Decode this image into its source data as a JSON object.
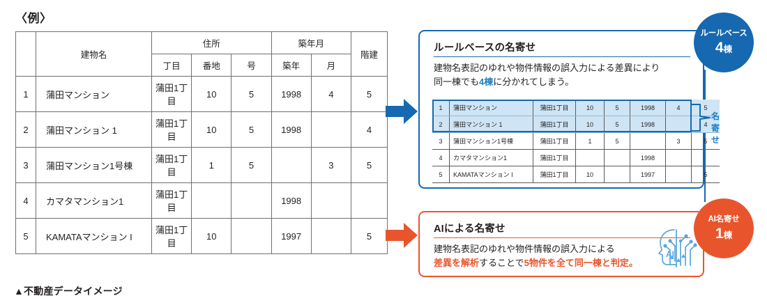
{
  "left": {
    "example_label": "〈例〉",
    "caption": "▲不動産データイメージ",
    "table": {
      "group_headers": {
        "no": "",
        "building_name": "建物名",
        "address": "住所",
        "build_date": "築年月",
        "floors": "階建"
      },
      "sub_headers": {
        "chome": "丁目",
        "banchi": "番地",
        "go": "号",
        "year": "築年",
        "month": "月"
      },
      "rows": [
        {
          "no": "1",
          "name": "蒲田マンション",
          "chome": "蒲田1丁目",
          "banchi": "10",
          "go": "5",
          "year": "1998",
          "month": "4",
          "floors": "5"
        },
        {
          "no": "2",
          "name": "蒲田マンション 1",
          "chome": "蒲田1丁目",
          "banchi": "10",
          "go": "5",
          "year": "1998",
          "month": "",
          "floors": "4"
        },
        {
          "no": "3",
          "name": "蒲田マンション1号棟",
          "chome": "蒲田1丁目",
          "banchi": "1",
          "go": "5",
          "year": "",
          "month": "3",
          "floors": "5"
        },
        {
          "no": "4",
          "name": "カマタマンション1",
          "chome": "蒲田1丁目",
          "banchi": "",
          "go": "",
          "year": "1998",
          "month": "",
          "floors": ""
        },
        {
          "no": "5",
          "name": "KAMATAマンション I",
          "chome": "蒲田1丁目",
          "banchi": "10",
          "go": "",
          "year": "1997",
          "month": "",
          "floors": "5"
        }
      ]
    }
  },
  "rule_panel": {
    "title": "ルールベースの名寄せ",
    "body_line1": "建物名表記のゆれや物件情報の誤入力による差異により",
    "body_line2_pre": "同一棟でも",
    "body_line2_hl": "4棟",
    "body_line2_post": "に分かれてしまう。",
    "nayose_label": "名寄せ",
    "badge": {
      "top": "ルールベース",
      "count": "4",
      "unit": "棟"
    },
    "mini_table_rows": [
      {
        "no": "1",
        "name": "蒲田マンション",
        "chome": "蒲田1丁目",
        "banchi": "10",
        "go": "5",
        "year": "1998",
        "month": "4",
        "floors": "5",
        "highlight": true
      },
      {
        "no": "2",
        "name": "蒲田マンション 1",
        "chome": "蒲田1丁目",
        "banchi": "10",
        "go": "5",
        "year": "1998",
        "month": "",
        "floors": "4",
        "highlight": true
      },
      {
        "no": "3",
        "name": "蒲田マンション1号棟",
        "chome": "蒲田1丁目",
        "banchi": "1",
        "go": "5",
        "year": "",
        "month": "3",
        "floors": "5",
        "highlight": false
      },
      {
        "no": "4",
        "name": "カマタマンション1",
        "chome": "蒲田1丁目",
        "banchi": "",
        "go": "",
        "year": "1998",
        "month": "",
        "floors": "",
        "highlight": false
      },
      {
        "no": "5",
        "name": "KAMATAマンション I",
        "chome": "蒲田1丁目",
        "banchi": "10",
        "go": "",
        "year": "1997",
        "month": "",
        "floors": "5",
        "highlight": false
      }
    ]
  },
  "ai_panel": {
    "title": "AIによる名寄せ",
    "body_line1": "建物名表記のゆれや物件情報の誤入力による",
    "body_line2_hl1": "差異を解析",
    "body_line2_mid": "することで",
    "body_line2_hl2": "5物件を全て同一棟と判定。",
    "icon_text": "AI",
    "badge": {
      "top": "AI名寄せ",
      "count": "1",
      "unit": "棟"
    }
  },
  "colors": {
    "blue": "#1668b0",
    "blue_light": "#1f7fc4",
    "orange": "#e8552d",
    "row_highlight": "#cfe5f5",
    "table_border": "#6f6f6f"
  }
}
